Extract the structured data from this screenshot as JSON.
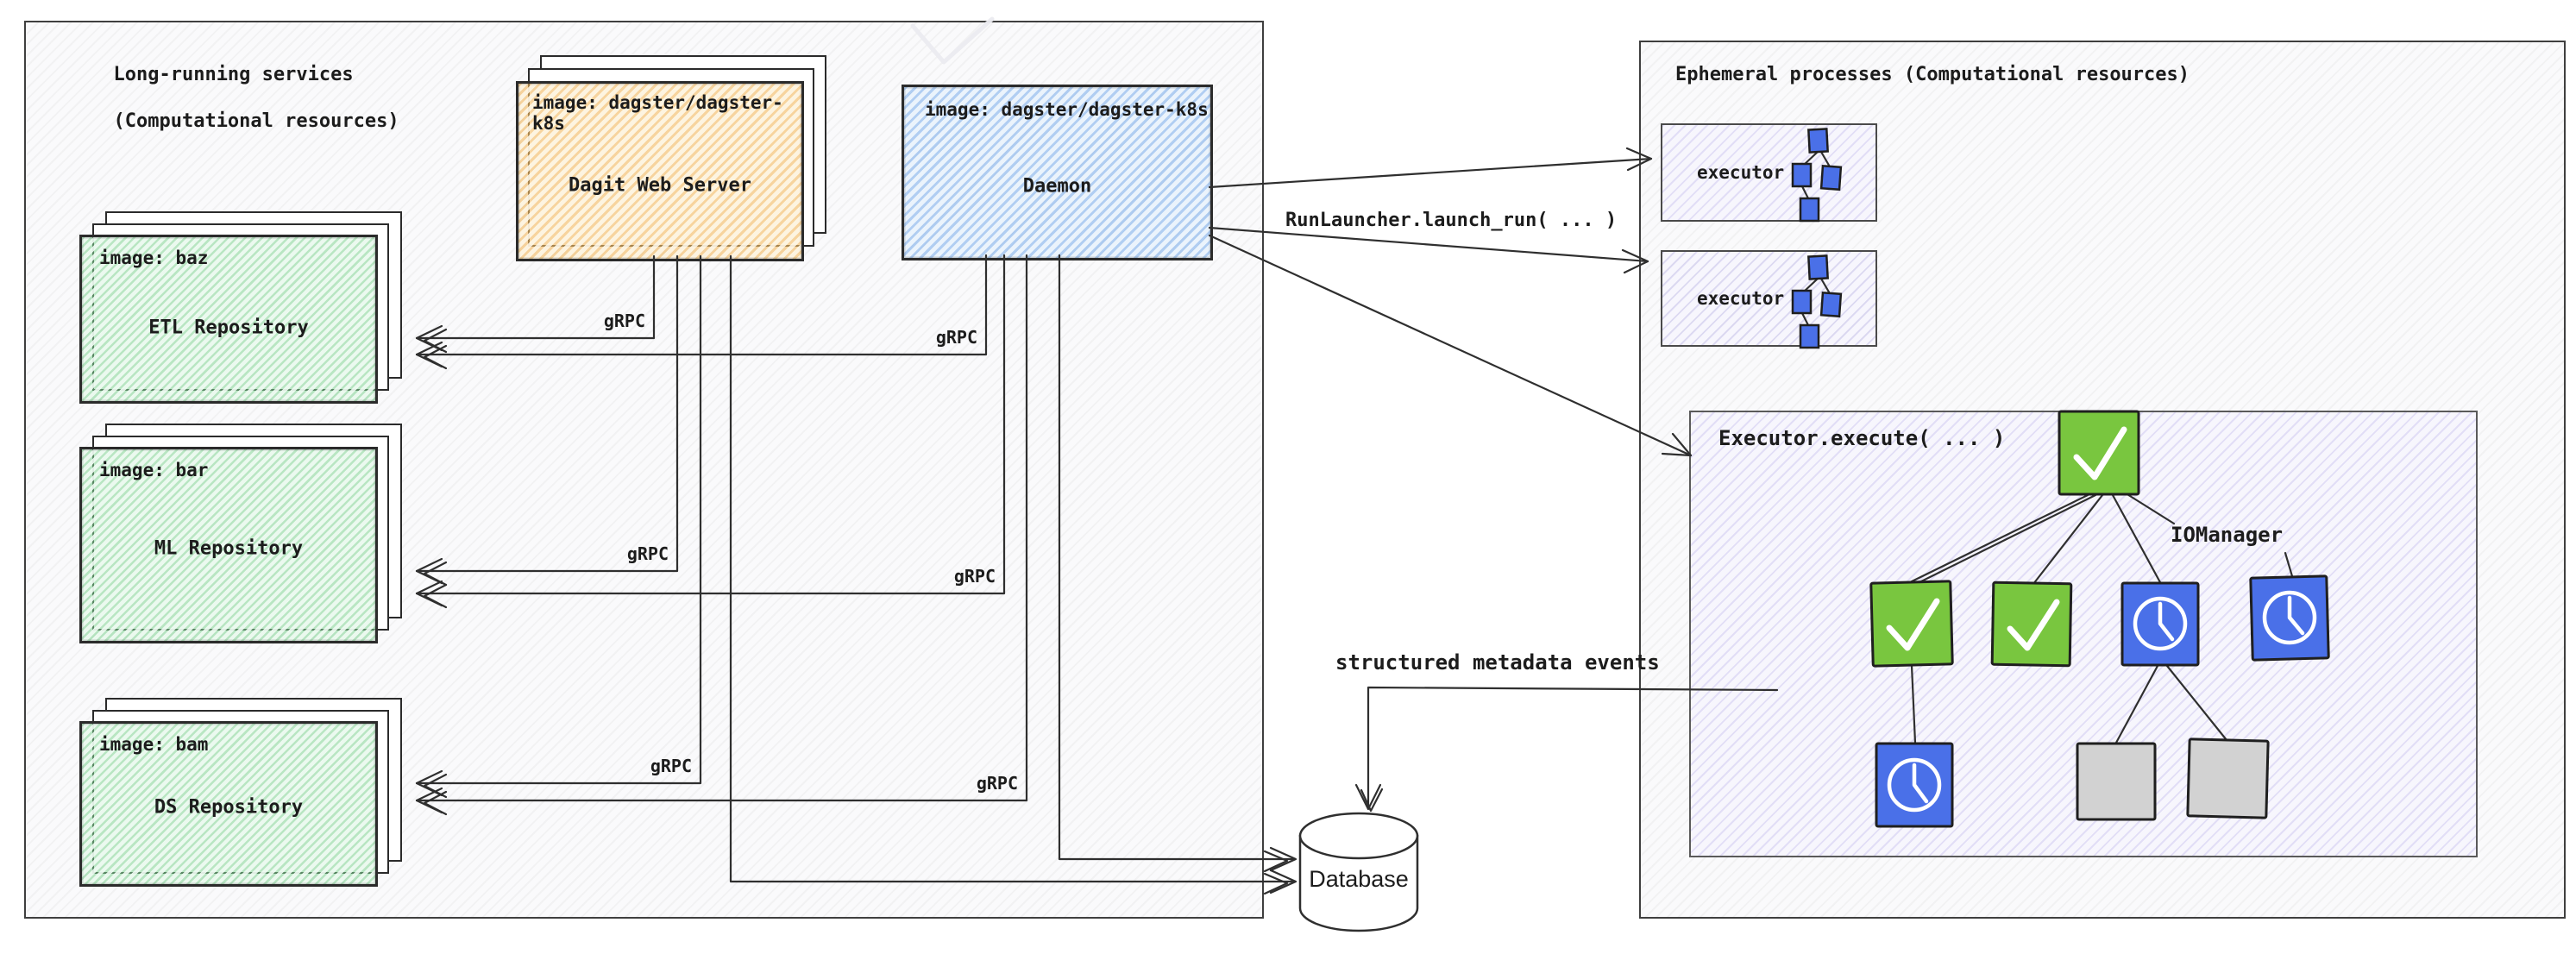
{
  "diagram": {
    "left_panel": {
      "label_line1": "Long-running services",
      "label_line2": "(Computational resources)"
    },
    "right_panel": {
      "label": "Ephemeral processes (Computational resources)"
    },
    "dagit": {
      "image_label": "image: dagster/dagster-k8s",
      "title": "Dagit Web Server"
    },
    "daemon": {
      "image_label": "image: dagster/dagster-k8s",
      "title": "Daemon"
    },
    "repos": {
      "etl": {
        "image_label": "image: baz",
        "title": "ETL Repository"
      },
      "ml": {
        "image_label": "image: bar",
        "title": "ML Repository"
      },
      "ds": {
        "image_label": "image: bam",
        "title": "DS Repository"
      }
    },
    "labels": {
      "grpc": "gRPC",
      "run_launcher": "RunLauncher.launch_run( ... )",
      "executor": "executor",
      "executor_execute": "Executor.execute( ... )",
      "io_manager": "IOManager",
      "metadata_events": "structured metadata events",
      "database": "Database"
    },
    "executor_dag": {
      "nodes": [
        {
          "id": "root",
          "state": "success"
        },
        {
          "id": "child-1",
          "state": "success"
        },
        {
          "id": "child-2",
          "state": "success"
        },
        {
          "id": "child-3",
          "state": "running"
        },
        {
          "id": "child-4-iomanager",
          "state": "running"
        },
        {
          "id": "grandchild-1",
          "state": "running"
        },
        {
          "id": "grandchild-2",
          "state": "pending"
        },
        {
          "id": "grandchild-3",
          "state": "pending"
        }
      ],
      "edges": [
        [
          "root",
          "child-1"
        ],
        [
          "root",
          "child-2"
        ],
        [
          "root",
          "child-3"
        ],
        [
          "root",
          "child-4-iomanager"
        ],
        [
          "child-1",
          "grandchild-1"
        ],
        [
          "child-3",
          "grandchild-2"
        ],
        [
          "child-3",
          "grandchild-3"
        ]
      ]
    },
    "colors": {
      "success_green": "#79c63f",
      "running_blue": "#4a70e8",
      "pending_gray": "#d2d2d2",
      "dagit_orange": "#f2ba62",
      "daemon_blue": "#80b1ec",
      "repo_green": "#7fd291",
      "executor_purple": "#a79eea",
      "line": "#2f2f2f"
    }
  }
}
